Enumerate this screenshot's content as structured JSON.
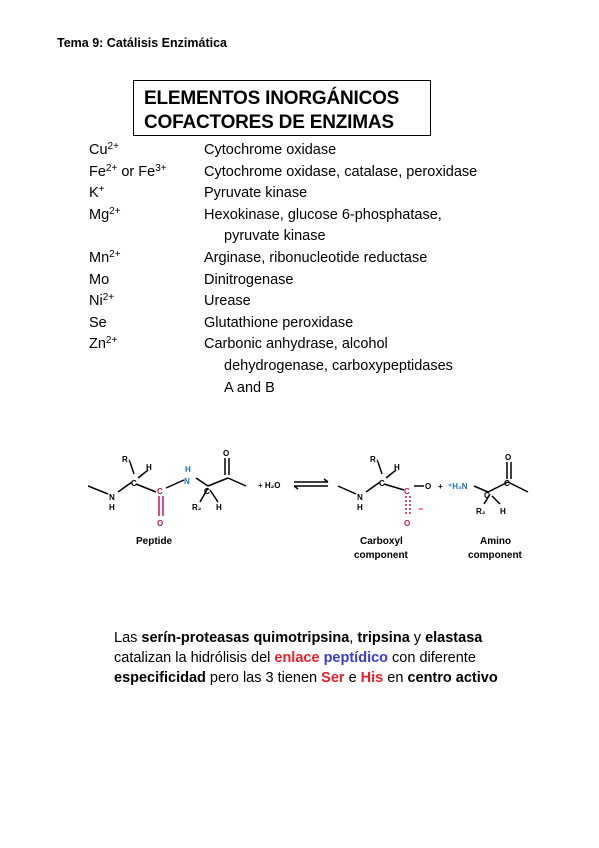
{
  "header": {
    "text": "Tema 9: Catálisis Enzimática"
  },
  "title": {
    "line1": "ELEMENTOS INORGÁNICOS",
    "line2": "COFACTORES DE ENZIMAS"
  },
  "cofactors": [
    {
      "base": "Cu",
      "sup": "2+",
      "enzyme": "Cytochrome oxidase"
    },
    {
      "base": "Fe",
      "sup": "2+",
      "base2": " or Fe",
      "sup2": "3+",
      "enzyme": "Cytochrome oxidase, catalase, peroxidase"
    },
    {
      "base": "K",
      "sup": "+",
      "enzyme": "Pyruvate kinase"
    },
    {
      "base": "Mg",
      "sup": "2+",
      "enzyme": "Hexokinase, glucose 6-phosphatase,",
      "cont": [
        "pyruvate kinase"
      ]
    },
    {
      "base": "Mn",
      "sup": "2+",
      "enzyme": "Arginase, ribonucleotide reductase"
    },
    {
      "base": "Mo",
      "sup": "",
      "enzyme": "Dinitrogenase"
    },
    {
      "base": "Ni",
      "sup": "2+",
      "enzyme": "Urease"
    },
    {
      "base": "Se",
      "sup": "",
      "enzyme": "Glutathione peroxidase"
    },
    {
      "base": "Zn",
      "sup": "2+",
      "enzyme": "Carbonic anhydrase, alcohol",
      "cont": [
        "dehydrogenase, carboxypeptidases",
        "A and B"
      ]
    }
  ],
  "reaction": {
    "peptide_label": "Peptide",
    "plus1": "+ H₂O",
    "carboxyl_label_1": "Carboxyl",
    "carboxyl_label_2": "component",
    "amino_label_1": "Amino",
    "amino_label_2": "component",
    "plus2": "+",
    "atom_H": "H",
    "atom_N": "N",
    "atom_C": "C",
    "atom_O": "O",
    "atom_R1": "R₁",
    "atom_R2": "R₂",
    "atom_Ominus": "O −",
    "atom_H3N": "⁺H₃N",
    "minus": "−"
  },
  "caption": {
    "p1": "Las ",
    "serin": "serín-proteasas",
    "p2": " ",
    "quimo": "quimotripsina",
    "p3": ", ",
    "tripsina": "tripsina",
    "p4": " y ",
    "elastasa": "elastasa",
    "p5": "catalizan la hidrólisis del ",
    "enlace": "enlace",
    "p6": " ",
    "peptidico": "peptídico",
    "p7": " con diferente",
    "especificidad": "especificidad",
    "p8": " pero las 3 tienen ",
    "ser": "Ser",
    "p9": " e ",
    "his": "His",
    "p10": " en ",
    "centro": "centro activo"
  },
  "colors": {
    "red": "#e8202a",
    "blue": "#3a3ad0",
    "magenta": "#c2185b",
    "nblue": "#1a73c8"
  }
}
